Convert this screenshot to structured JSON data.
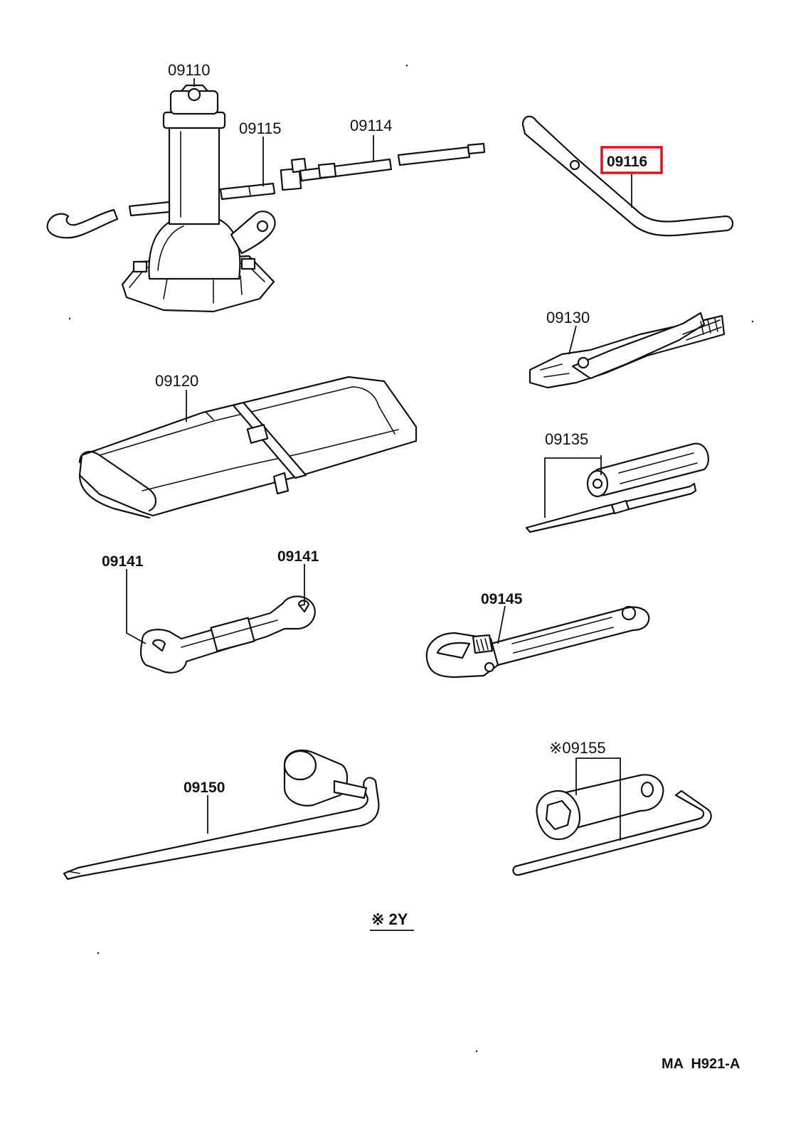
{
  "parts": {
    "p09110": "09110",
    "p09115": "09115",
    "p09114": "09114",
    "p09116": "09116",
    "p09130": "09130",
    "p09120": "09120",
    "p09135": "09135",
    "p09141a": "09141",
    "p09141b": "09141",
    "p09145": "09145",
    "p09150": "09150",
    "p09155": "※09155"
  },
  "note": "※ 2Y",
  "diagram_code": "MA  H921-A",
  "highlight_part": "09116",
  "colors": {
    "highlight": "#e0101a",
    "ink": "#111111",
    "background": "#ffffff"
  }
}
